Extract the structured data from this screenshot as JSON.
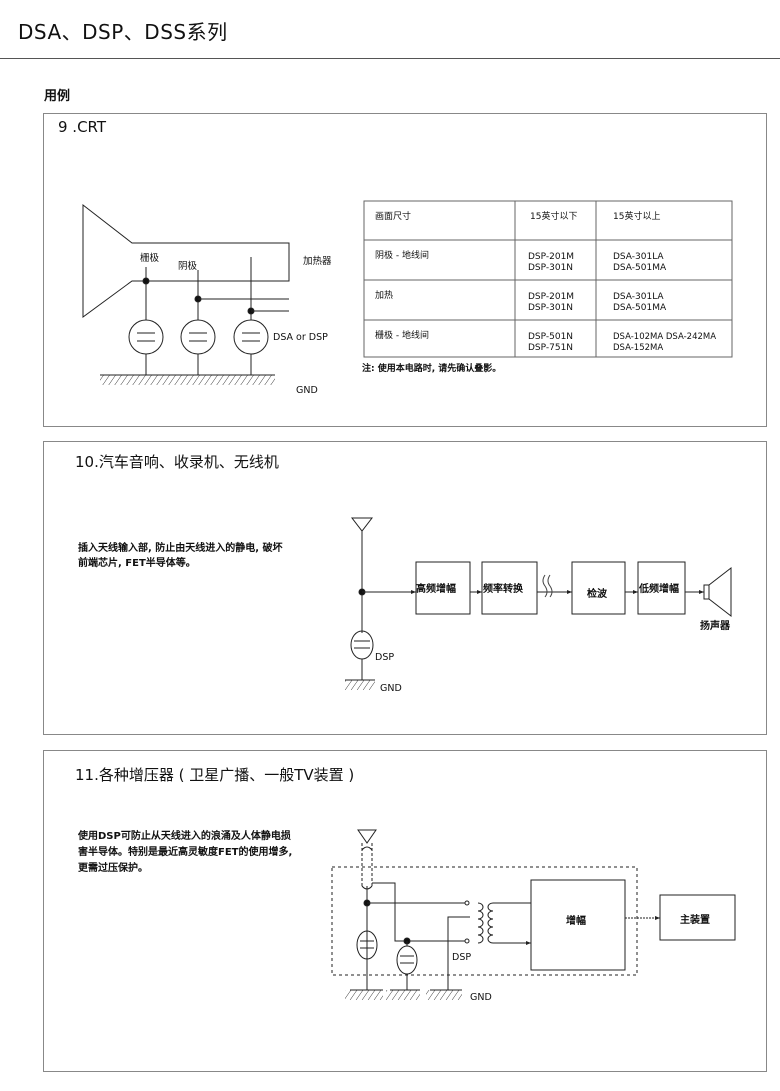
{
  "header": {
    "title": "DSA、DSP、DSS系列",
    "section": "用例"
  },
  "crt": {
    "heading": "9 .CRT",
    "labels": {
      "grid": "栅极",
      "cathode": "阴极",
      "heater": "加热器",
      "device": "DSA or DSP",
      "gnd": "GND"
    },
    "table": {
      "headers": [
        "画面尺寸",
        "15英寸以下",
        "15英寸以上"
      ],
      "rows": [
        {
          "label": "阴极 - 地线间",
          "under15": [
            "DSP-201M",
            "DSP-301N"
          ],
          "over15": [
            "DSA-301LA",
            "DSA-501MA"
          ]
        },
        {
          "label": "加热",
          "under15": [
            "DSP-201M",
            "DSP-301N"
          ],
          "over15": [
            "DSA-301LA",
            "DSA-501MA"
          ]
        },
        {
          "label": "栅极 - 地线间",
          "under15": [
            "DSP-501N",
            "DSP-751N"
          ],
          "over15": [
            "DSA-102MA DSA-242MA",
            "DSA-152MA"
          ]
        }
      ],
      "note": "注:  使用本电路时, 请先确认叠影。"
    }
  },
  "car": {
    "heading": "10.汽车音响、收录机、无线机",
    "desc": [
      "插入天线输入部, 防止由天线进入的静电, 破坏",
      "前端芯片, FET半导体等。"
    ],
    "blocks": [
      "高频增幅",
      "频率转换",
      "检波",
      "低频增幅"
    ],
    "speaker": "扬声器",
    "device": "DSP",
    "gnd": "GND"
  },
  "booster": {
    "heading": "11.各种增压器 ( 卫星广播、一般TV装置 )",
    "desc": [
      "使用DSP可防止从天线进入的浪涌及人体静电损",
      "害半导体。特别是最近高灵敏度FET的使用增多,",
      "更需过压保护。"
    ],
    "amp": "增幅",
    "main": "主装置",
    "device": "DSP",
    "gnd": "GND"
  }
}
